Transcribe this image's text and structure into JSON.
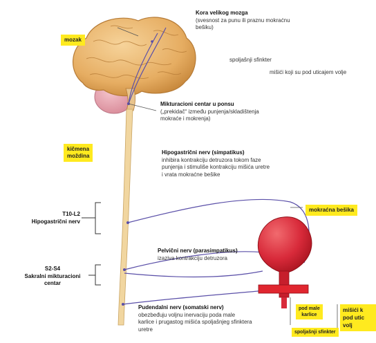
{
  "labels": {
    "brain_tag": "mozak",
    "spinal_tag_line1": "kičmena",
    "spinal_tag_line2": "moždina",
    "bladder_tag": "mokraćna bešika",
    "cortex_title": "Kora velikog mozga",
    "cortex_desc_1": "(svesnost za punu ili praznu mokraćnu",
    "cortex_desc_2": "bešiku)",
    "ext_sphincter": "spoljašnji sfinkter",
    "voluntary_muscles": "mišići koji su pod uticajem volje",
    "pons_title": "Mikturacioni centar u ponsu",
    "pons_desc_1": "(„prekidač“ između punjenja/skladištenja",
    "pons_desc_2": "mokraće i mokrenja)",
    "hypo_title": "Hipogastrični nerv (simpatikus)",
    "hypo_desc_1": "inhibira kontrakciju detruzora tokom faze",
    "hypo_desc_2": "punjenja i stimuliše kontrakciju mišića uretre",
    "hypo_desc_3": "i vrata mokraćne bešike",
    "t10_line1": "T10-L2",
    "t10_line2": "Hipogastrični nerv",
    "pelvic_title": "Pelvični nerv (parasimpatikus)",
    "pelvic_desc": "izaziva kontrakciju detruzora",
    "s2_line1": "S2-S4",
    "s2_line2": "Sakralni mikturacioni",
    "s2_line3": "centar",
    "pudendal_title": "Pudendalni nerv (somatski nerv)",
    "pudendal_desc_1": "obezbeđuju voljnu inervaciju poda male",
    "pudendal_desc_2": "karlice i prugastog mišića spoljašnjeg sfinktera",
    "pudendal_desc_3": "uretre",
    "pelvic_floor_1": "pod male",
    "pelvic_floor_2": "karlice",
    "ext_sphincter_small": "spoljašnji sfinkter",
    "muscles_corner_1": "mišići k",
    "muscles_corner_2": "pod utic",
    "muscles_corner_3": "volj"
  },
  "colors": {
    "highlight": "#ffea1f",
    "nerve": "#5a4fa8",
    "brain": "#e8b36a",
    "cerebellum": "#e7a3b0",
    "bladder": "#d82a3a",
    "sphincter": "#e0262f",
    "spinal_cord": "#f1d6a0"
  }
}
